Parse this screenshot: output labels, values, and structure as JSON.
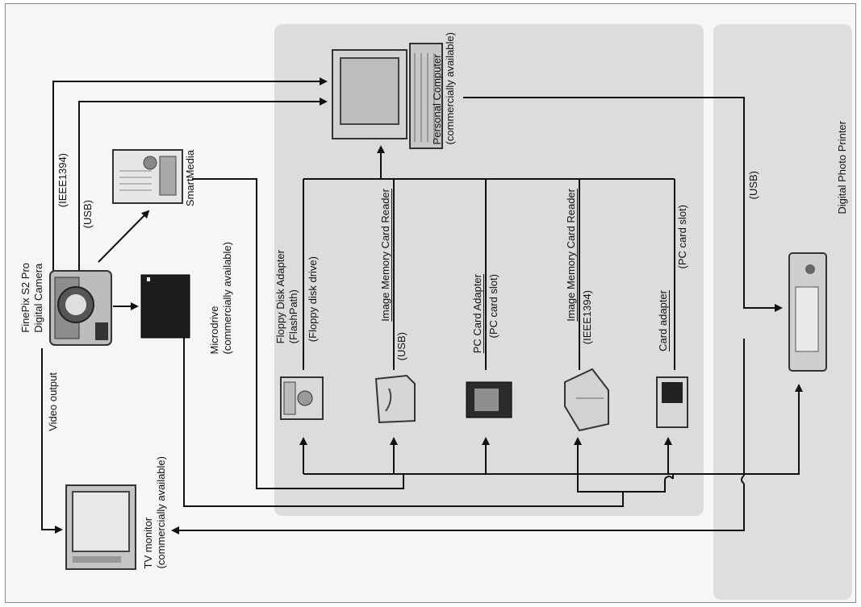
{
  "labels": {
    "camera": "FinePix S2 Pro\nDigital Camera",
    "ieee1394": "(IEEE1394)",
    "usb_camera": "(USB)",
    "smartmedia": "SmartMedia",
    "microdrive": "Microdrive\n(commercially available)",
    "video_output": "Video output",
    "tv_monitor": "TV monitor\n(commercially available)",
    "pc": "Personal Computer\n(commercially available)",
    "floppy_adapter": "Floppy Disk Adapter\n(FlashPath)",
    "floppy_drive": "(Floppy disk drive)",
    "reader_usb": "Image Memory Card Reader",
    "reader_usb_sub": "(USB)",
    "pc_card_adapter": "PC Card Adapter",
    "pc_card_adapter_sub": "(PC card slot)",
    "reader_ieee": "Image Memory Card Reader",
    "reader_ieee_sub": "(IEEE1394)",
    "card_adapter": "Card adapter",
    "card_adapter_sub": "(PC card slot)",
    "usb_printer": "(USB)",
    "printer": "Digital Photo Printer"
  },
  "icons": [
    "digital-camera-icon",
    "smartmedia-card-icon",
    "microdrive-icon",
    "tv-monitor-icon",
    "personal-computer-icon",
    "floppy-adapter-icon",
    "card-reader-usb-icon",
    "pc-card-adapter-icon",
    "card-reader-ieee-icon",
    "card-adapter-icon",
    "photo-printer-icon"
  ],
  "colors": {
    "line": "#111111",
    "pc_zone": "#dcdcdc",
    "printer_zone": "#dedede"
  }
}
